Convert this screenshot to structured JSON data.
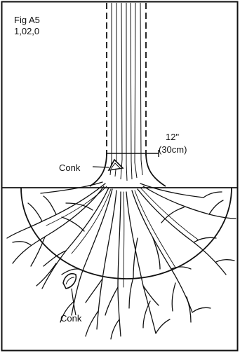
{
  "figure": {
    "id_label": "Fig A5",
    "code_label": "1,02,0"
  },
  "measurement": {
    "diameter_in": "12\"",
    "diameter_cm": "(30cm)"
  },
  "labels": {
    "conk_upper": "Conk",
    "conk_lower": "Conk"
  },
  "colors": {
    "ink": "#111111",
    "background": "#ffffff"
  }
}
